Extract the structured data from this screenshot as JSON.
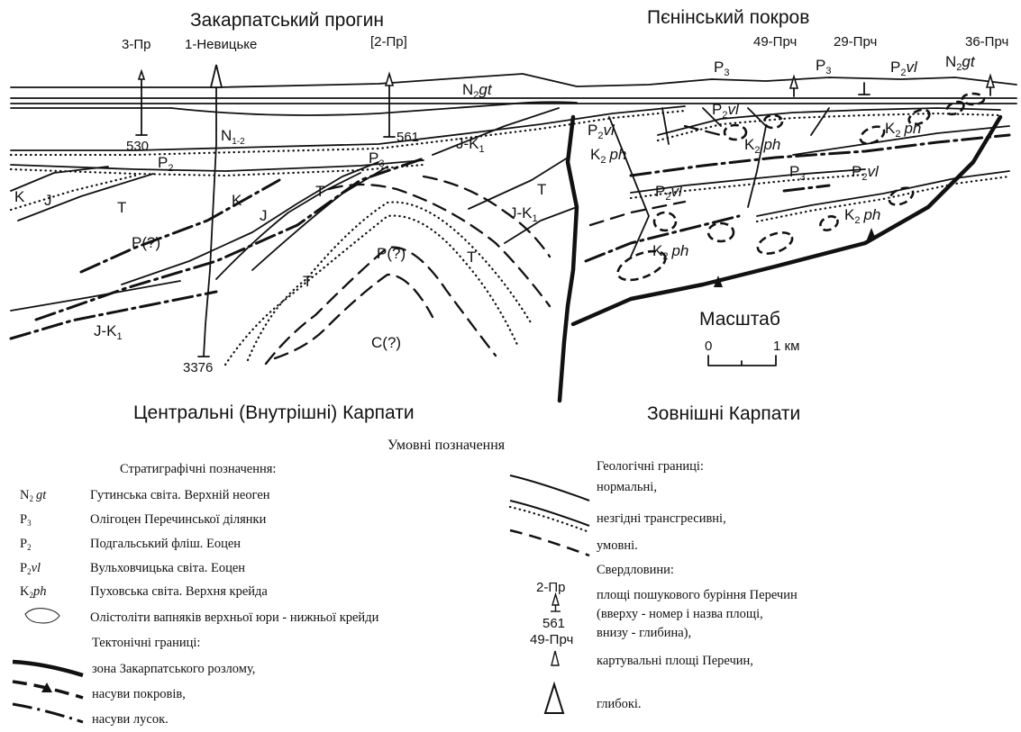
{
  "regions": {
    "trough": "Закарпатський прогин",
    "nappe": "Пєнінський покров",
    "central": "Центральні (Внутрішні) Карпати",
    "outer": "Зовнішні Карпати"
  },
  "wells": {
    "w1": "3-Пр",
    "w2": "1-Невицьке",
    "w3": "[2-Пр]",
    "w4": "49-Прч",
    "w5": "29-Прч",
    "w6": "36-Прч",
    "d1": "530",
    "d2": "561",
    "d3": "3376"
  },
  "section_labels": {
    "n2gt_main": "N",
    "n2gt_sub": "2",
    "n2gt_it": "gt",
    "n12_main": "N",
    "n12_sub": "1-2",
    "p2": "P",
    "p2_sub": "2",
    "p3": "P",
    "p3_sub": "3",
    "jk1": "J-K",
    "jk1_sub": "1",
    "k2": "K",
    "k2_sub": "2",
    "ph": "ph",
    "vl": "vl",
    "t": "T",
    "j": "J",
    "k": "K",
    "pq": "P(?)",
    "cq": "C(?)"
  },
  "scale": {
    "title": "Масштаб",
    "zero": "0",
    "one": "1 км"
  },
  "legend": {
    "title": "Умовні позначення",
    "strat_header": "Стратиграфічні позначення:",
    "strat": [
      {
        "sym": "N",
        "sub": "2",
        "it": "gt",
        "text": "Гутинська світа. Верхній неоген"
      },
      {
        "sym": "P",
        "sub": "3",
        "it": "",
        "text": "Олігоцен Перечинської ділянки"
      },
      {
        "sym": "P",
        "sub": "2",
        "it": "",
        "text": "Подгальський фліш. Еоцен"
      },
      {
        "sym": "P",
        "sub": "2",
        "it": "vl",
        "text": "Вульховчицька світа. Еоцен"
      },
      {
        "sym": "K",
        "sub": "2",
        "it": "ph",
        "text": "Пуховська світа. Верхня крейда"
      }
    ],
    "olist_text": "Олістоліти вапняків верхньої юри - нижньої крейди",
    "tect_header": "Тектонічні границі:",
    "tect": [
      "зона Закарпатського розлому,",
      "насуви покровів,",
      "насуви лусок."
    ],
    "geo_header": "Геологічні границі:",
    "geo": [
      "нормальні,",
      "незгідні трансгресивні,",
      "умовні."
    ],
    "wells_header": "Свердловини:",
    "well_ex_top": "2-Пр",
    "well_ex_depth": "561",
    "wells_text": [
      "площі пошукового буріння Перечин",
      "(вверху - номер і назва площі,",
      "внизу - глибина),"
    ],
    "well_map_label": "49-Прч",
    "well_map_text": "картувальні площі Перечин,",
    "well_deep_text": "глибокі."
  }
}
